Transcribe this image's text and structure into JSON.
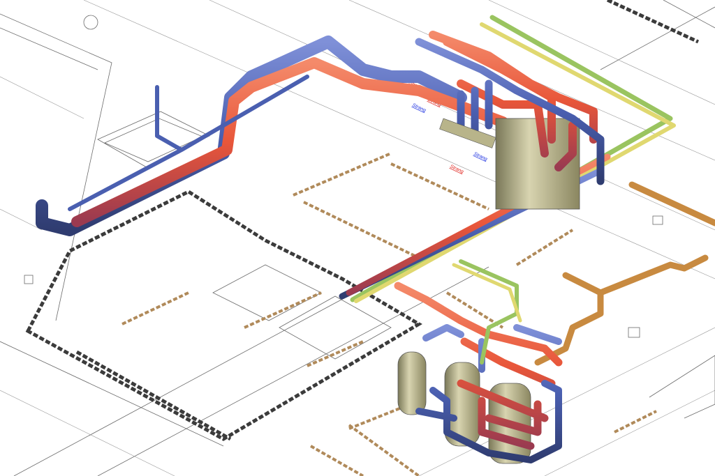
{
  "title": "Isometric piping model over floor plan",
  "labels": [
    {
      "text": "Strang",
      "color": "#e0201a"
    },
    {
      "text": "Strang",
      "color": "#1a2ee0"
    },
    {
      "text": "Strang",
      "color": "#1a2ee0"
    },
    {
      "text": "Strang",
      "color": "#e0201a"
    },
    {
      "text": "Strang",
      "color": "#e0201a"
    }
  ],
  "colors": {
    "supply": "#e8563a",
    "return": "#4a5fb0",
    "green": "#9ac460",
    "yellow": "#e0d870",
    "ochre": "#c88a40",
    "tank": "#b8b48a"
  }
}
